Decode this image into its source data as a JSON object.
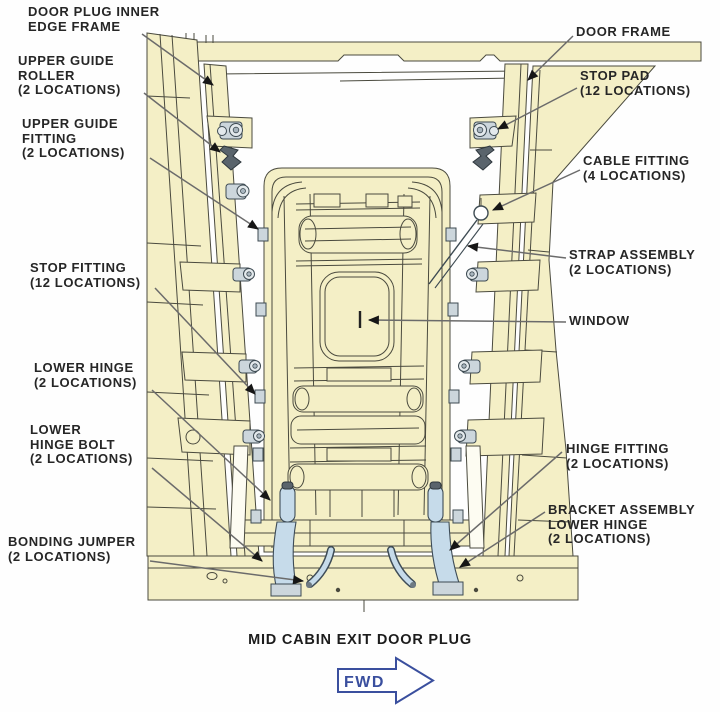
{
  "figure": {
    "caption": "MID CABIN EXIT DOOR PLUG",
    "fwd_label": "FWD"
  },
  "colors": {
    "structure_cream": "#f4efc6",
    "outline": "#4a4a3e",
    "hardware_blue": "#c6dbea",
    "hardware_gray": "#ccd6dc",
    "leader_gray": "#6b6b6b",
    "arrowhead_black": "#161616",
    "label_text": "#262626",
    "fwd_blue": "#3a4f9e",
    "background": "#ffffff"
  },
  "callouts": {
    "door_plug_inner_edge_frame": "DOOR PLUG INNER\nEDGE FRAME",
    "upper_guide_roller": "UPPER GUIDE\nROLLER\n(2 LOCATIONS)",
    "upper_guide_fitting": "UPPER GUIDE\nFITTING\n(2 LOCATIONS)",
    "stop_fitting": "STOP FITTING\n(12 LOCATIONS)",
    "lower_hinge": "LOWER HINGE\n(2 LOCATIONS)",
    "lower_hinge_bolt": "LOWER\nHINGE BOLT\n(2 LOCATIONS)",
    "bonding_jumper": "BONDING JUMPER\n(2 LOCATIONS)",
    "door_frame": "DOOR FRAME",
    "stop_pad": "STOP PAD\n(12 LOCATIONS)",
    "cable_fitting": "CABLE FITTING\n(4 LOCATIONS)",
    "strap_assembly": "STRAP ASSEMBLY\n(2 LOCATIONS)",
    "window": "WINDOW",
    "hinge_fitting": "HINGE FITTING\n(2 LOCATIONS)",
    "bracket_assembly_lower_hinge": "BRACKET ASSEMBLY\nLOWER HINGE\n(2 LOCATIONS)"
  }
}
